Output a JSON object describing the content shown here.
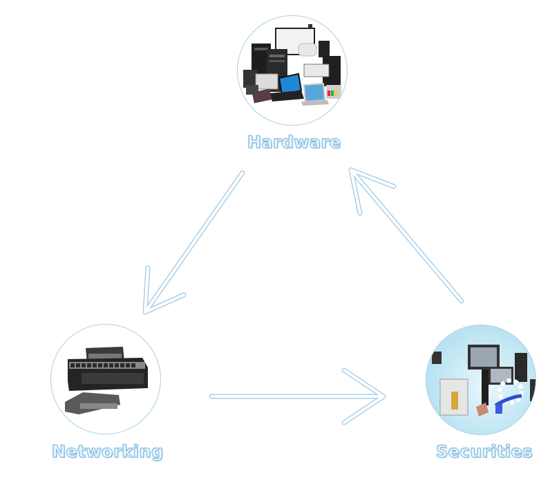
{
  "diagram": {
    "type": "cycle",
    "nodes": [
      {
        "id": "hardware",
        "label": "Hardware",
        "image": "computer-hardware-collage"
      },
      {
        "id": "networking",
        "label": "Networking",
        "image": "network-switches"
      },
      {
        "id": "securities",
        "label": "Securities",
        "image": "security-systems-collage"
      }
    ],
    "edges": [
      {
        "from": "hardware",
        "to": "networking"
      },
      {
        "from": "networking",
        "to": "securities"
      },
      {
        "from": "securities",
        "to": "hardware"
      }
    ],
    "colors": {
      "arrow_outline": "#a9d0ea",
      "circle_border": "#a9cfe6",
      "label_fill": "#eaf5fc",
      "label_outline": "#86bde0"
    }
  }
}
